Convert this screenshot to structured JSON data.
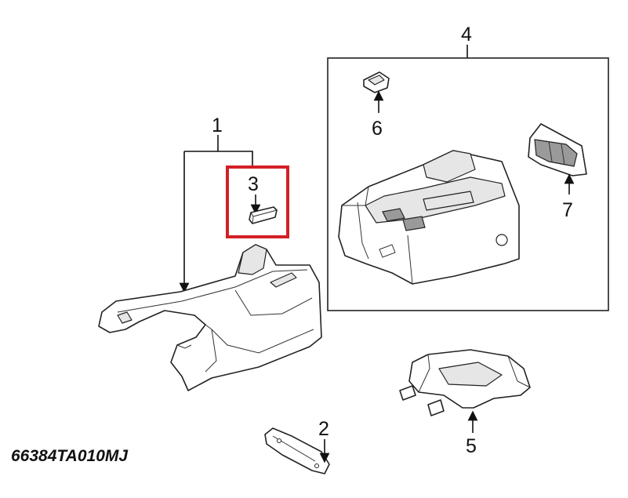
{
  "callouts": {
    "c1": "1",
    "c2": "2",
    "c3": "3",
    "c4": "4",
    "c5": "5",
    "c6": "6",
    "c7": "7"
  },
  "part_number": "66384TA010MJ",
  "highlight_color": "#d32027"
}
